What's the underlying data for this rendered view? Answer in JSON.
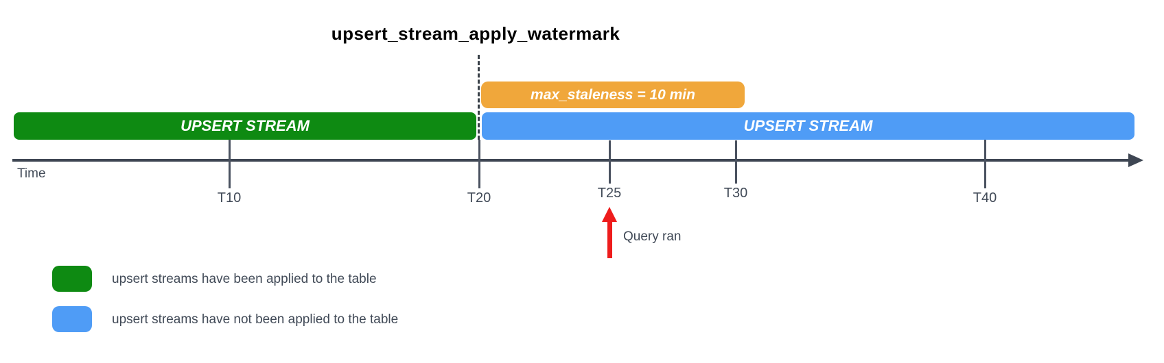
{
  "title": "upsert_stream_apply_watermark",
  "bars": {
    "applied": {
      "label": "UPSERT STREAM",
      "color": "#0e8a12"
    },
    "not_applied": {
      "label": "UPSERT STREAM",
      "color": "#4f9cf6"
    },
    "staleness": {
      "label": "max_staleness = 10 min",
      "color": "#f0a73b"
    }
  },
  "timeline": {
    "axis_label": "Time",
    "axis_color": "#3e4653",
    "ticks": [
      {
        "label": "T10"
      },
      {
        "label": "T20"
      },
      {
        "label": "T25"
      },
      {
        "label": "T30"
      },
      {
        "label": "T40"
      }
    ]
  },
  "annotations": {
    "watermark_line_at": "T20",
    "query_ran": {
      "label": "Query ran",
      "arrow_color": "#ee1c1c",
      "at_tick": "T25"
    }
  },
  "legend": {
    "items": [
      {
        "swatch_color": "#0e8a12",
        "label": "upsert streams have been applied to the table"
      },
      {
        "swatch_color": "#4f9cf6",
        "label": "upsert streams have not been applied to the table"
      }
    ]
  },
  "colors": {
    "axis": "#3e4653",
    "text": "#414a57",
    "title": "#000000",
    "background": "#ffffff"
  }
}
